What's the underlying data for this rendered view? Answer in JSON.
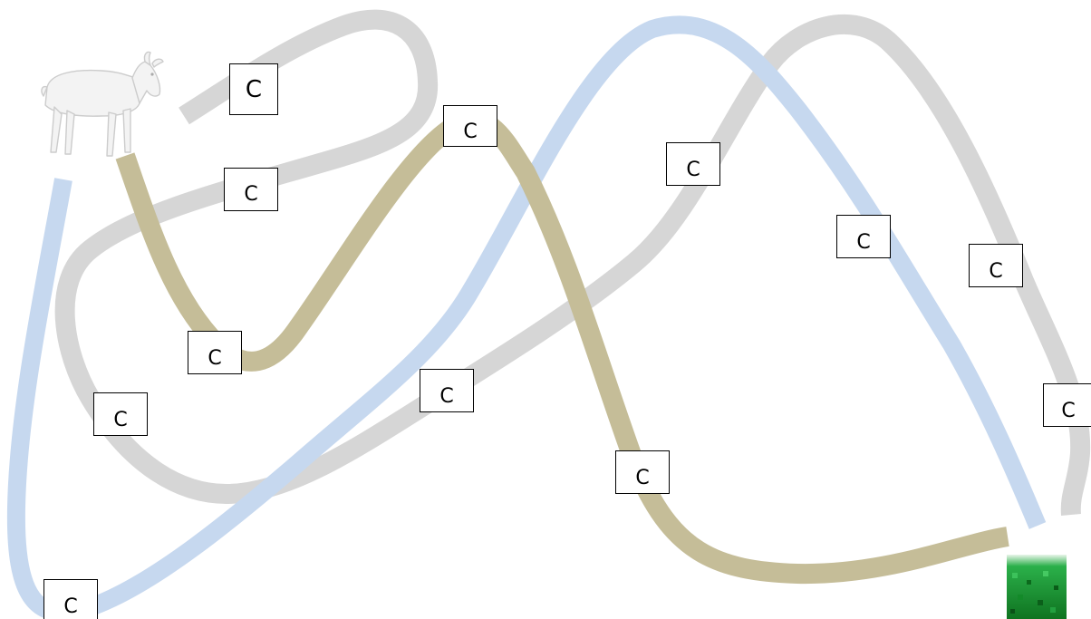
{
  "game": {
    "start_icon": "goat-icon",
    "goal_icon": "grass-icon"
  },
  "colors": {
    "path_gray": "#d6d6d6",
    "path_blue": "#c6d8ef",
    "path_tan": "#c5bd98",
    "label_border": "#000000",
    "grass_dark": "#117a24",
    "grass_light": "#2bb04a"
  },
  "labels": [
    {
      "text": "C",
      "path": "gray"
    },
    {
      "text": "C",
      "path": "gray"
    },
    {
      "text": "C",
      "path": "tan"
    },
    {
      "text": "C",
      "path": "gray"
    },
    {
      "text": "C",
      "path": "blue"
    },
    {
      "text": "C",
      "path": "gray"
    },
    {
      "text": "C",
      "path": "tan"
    },
    {
      "text": "C",
      "path": "gray"
    },
    {
      "text": "C",
      "path": "gray"
    },
    {
      "text": "C",
      "path": "gray"
    },
    {
      "text": "C",
      "path": "tan"
    },
    {
      "text": "C",
      "path": "blue"
    }
  ]
}
